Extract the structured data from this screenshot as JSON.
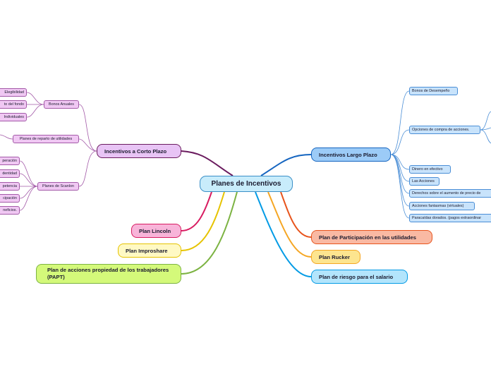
{
  "root": {
    "label": "Planes de Incentivos"
  },
  "branches": {
    "corto": {
      "label": "Incentivos a Corto Plazo",
      "color": "#7a1f6e",
      "bonos": {
        "label": "Bonos Anuales",
        "children": [
          "Elegibilidad",
          "to del fondo",
          "Individuales"
        ]
      },
      "reparto": {
        "label": "Planes de reparto de utilidades"
      },
      "scanlon": {
        "label": "Planes de Scanlon",
        "children": [
          "peración",
          "dentidad",
          "petencia",
          "cipación",
          "neficios."
        ]
      }
    },
    "largo": {
      "label": "Incentivos Largo Plazo",
      "color": "#1565c0",
      "children": [
        "Bonos de Desempeño",
        "Opciones de compra de acciones.",
        "Dinero en efectivo",
        "Las Acciones",
        "Derechos sobre el aumento de precio de",
        "Acciones fantasmas (virtuales)",
        "Paracaídas dorados. (pagos extraordinar"
      ]
    },
    "lincoln": {
      "label": "Plan Lincoln",
      "color": "#d81b60",
      "fill": "#f8b4d9"
    },
    "improshare": {
      "label": "Plan Improshare",
      "color": "#e6c300",
      "fill": "#fff9c4"
    },
    "papt": {
      "label": "Plan de acciones propiedad de los trabajadores (PAPT)",
      "color": "#7cb342",
      "fill": "#d4f97a"
    },
    "participacion": {
      "label": "Plan de Participación en las utilidades",
      "color": "#e8541c",
      "fill": "#f9b9a3"
    },
    "rucker": {
      "label": "Plan Rucker",
      "color": "#f5a623",
      "fill": "#fde58f"
    },
    "riesgo": {
      "label": "Plan de riesgo para el salario",
      "color": "#039be5",
      "fill": "#b3e5fc"
    }
  }
}
